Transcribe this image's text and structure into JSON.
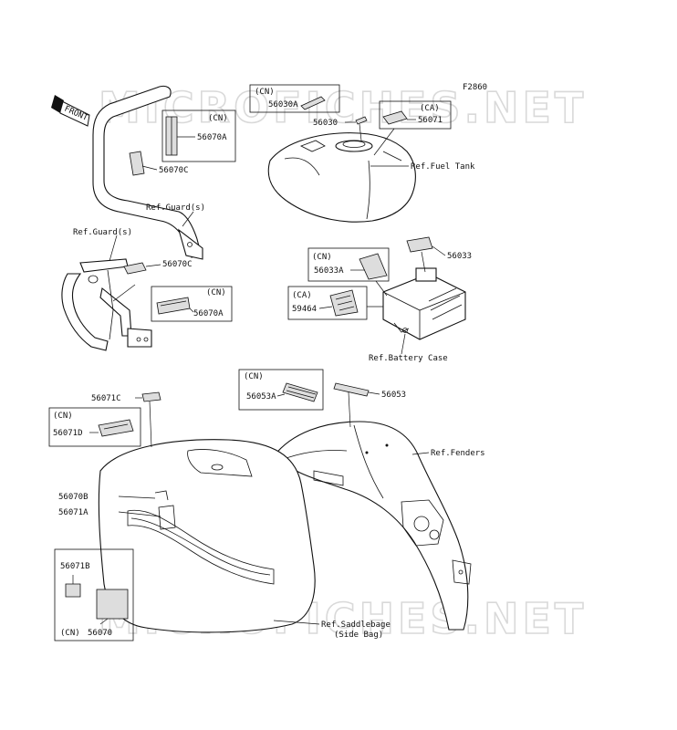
{
  "diagram_code": "F2860",
  "watermark": "MICROFICHES.NET",
  "front_label": "FRONT",
  "labels": {
    "cn_56030a": "(CN)",
    "p56030a": "56030A",
    "p56030": "56030",
    "ca_56071": "(CA)",
    "p56071": "56071",
    "ref_fuel_tank": "Ref.Fuel Tank",
    "cn_56070a_top": "(CN)",
    "p56070a_top": "56070A",
    "p56070c_top": "56070C",
    "ref_guard_1": "Ref.Guard(s)",
    "ref_guard_2": "Ref.Guard(s)",
    "p56070c_mid": "56070C",
    "cn_56070a_mid": "(CN)",
    "p56070a_mid": "56070A",
    "cn_56033a": "(CN)",
    "p56033a": "56033A",
    "p56033": "56033",
    "ca_59464": "(CA)",
    "p59464": "59464",
    "ref_battery_case": "Ref.Battery Case",
    "cn_56053a": "(CN)",
    "p56053a": "56053A",
    "p56053": "56053",
    "ref_fenders": "Ref.Fenders",
    "p56071c": "56071C",
    "cn_56071d": "(CN)",
    "p56071d": "56071D",
    "p56070b": "56070B",
    "p56071a": "56071A",
    "p56071b": "56071B",
    "cn_56070": "(CN)",
    "p56070": "56070",
    "ref_saddlebag": "Ref.Saddlebage",
    "ref_saddlebag_2": "(Side Bag)"
  }
}
